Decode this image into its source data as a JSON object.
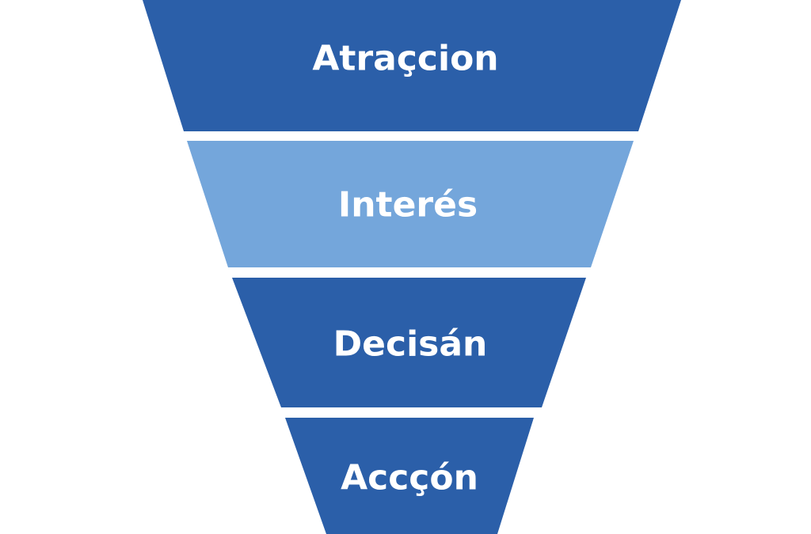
{
  "funnel": {
    "stages": [
      {
        "label": "Atraçcion",
        "color": "#2b5fa9"
      },
      {
        "label": "Interés",
        "color": "#74a6db"
      },
      {
        "label": "Decisán",
        "color": "#2b5fa9"
      },
      {
        "label": "Accçón",
        "color": "#2b5fa9"
      }
    ]
  }
}
